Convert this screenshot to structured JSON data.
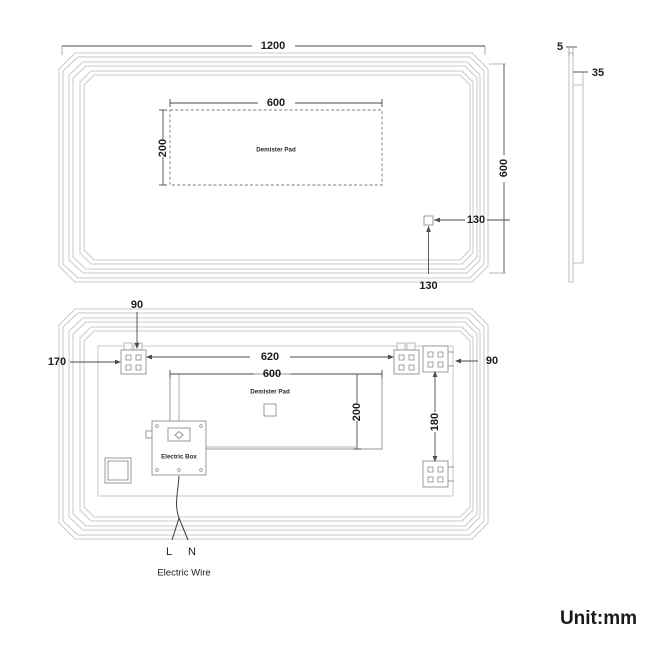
{
  "drawing": {
    "unit_note": "Unit:mm",
    "views": {
      "front": {
        "name": "front-view",
        "dimensions": {
          "width": "1200",
          "height": "600",
          "demister_width": "600",
          "demister_height": "200",
          "sensor_from_right": "130",
          "sensor_from_bottom": "130"
        },
        "labels": {
          "demister_pad": "Demister Pad"
        }
      },
      "side": {
        "name": "side-view",
        "dimensions": {
          "glass_thickness": "5",
          "frame_depth": "35"
        }
      },
      "rear": {
        "name": "rear-view",
        "dimensions": {
          "bracket_from_top": "90",
          "bracket_from_left": "170",
          "bracket_span": "620",
          "bracket_from_right": "90",
          "bracket_vertical_gap": "180",
          "demister_width": "600",
          "demister_height": "200"
        },
        "labels": {
          "demister_pad": "Demister Pad",
          "electric_box": "Electric Box",
          "wire_live": "L",
          "wire_neutral": "N",
          "electric_wire": "Electric Wire"
        }
      }
    },
    "colors": {
      "outline": "#c9c9c9",
      "dimension": "#4a4a4a",
      "text": "#1d1d1d",
      "background": "#ffffff"
    }
  }
}
